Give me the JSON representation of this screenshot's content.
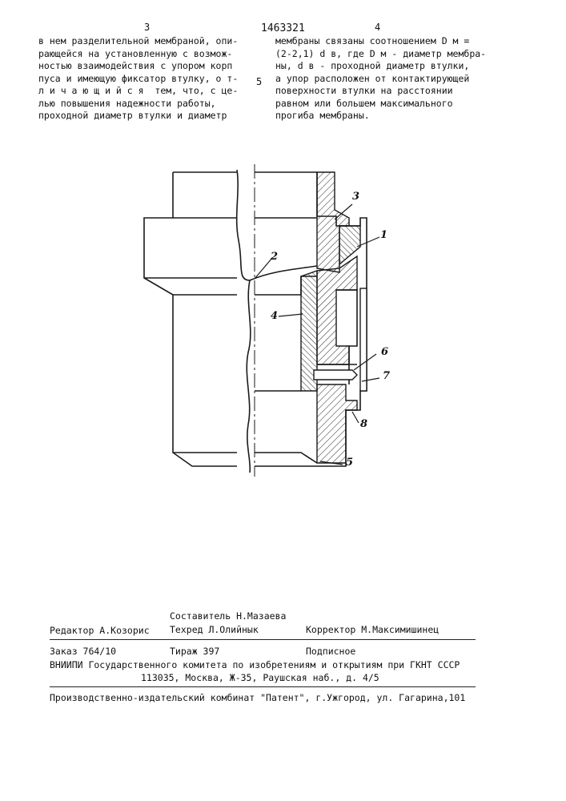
{
  "header": {
    "page_left": "3",
    "patent_number": "1463321",
    "page_right": "4",
    "line_marker": "5"
  },
  "left_column": [
    "в нем разделительной мембраной, опи-",
    "рающейся на установленную с возмож-",
    "ностью взаимодействия с упором корп",
    "пуса и имеющую фиксатор втулку, о т-",
    "л и ч а ю щ и й с я  тем, что, с це-",
    "лью повышения надежности работы,",
    "проходной диаметр втулки и диаметр"
  ],
  "right_column": [
    "мембраны связаны соотношением D м =",
    "(2-2,1) d в, где D м - диаметр мембра-",
    "ны, d в - проходной диаметр втулки,",
    "а упор расположен от контактирующей",
    "поверхности втулки на расстоянии",
    "равном или большем максимального",
    "прогиба мембраны."
  ],
  "figure": {
    "labels": [
      "1",
      "2",
      "3",
      "4",
      "5",
      "6",
      "7",
      "8"
    ]
  },
  "footer": {
    "composer": "Составитель Н.Мазаева",
    "editor": "Редактор А.Козорис",
    "techred": "Техред Л.Олийнык",
    "corrector": "Корректор М.Максимишинец",
    "order": "Заказ 764/10",
    "circulation": "Тираж 397",
    "subscription": "Подписное",
    "institute": "ВНИИПИ Государственного комитета по изобретениям и открытиям при ГКНТ СССР",
    "address": "113035, Москва, Ж-35, Раушская наб., д. 4/5",
    "publisher": "Производственно-издательский комбинат \"Патент\", г.Ужгород, ул. Гагарина,101"
  }
}
